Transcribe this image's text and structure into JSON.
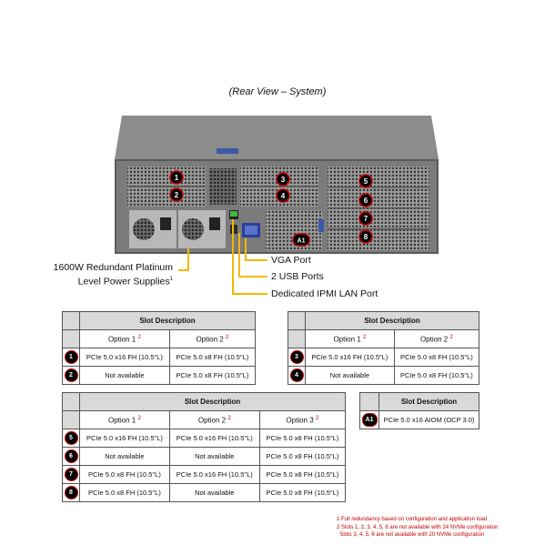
{
  "caption": "(Rear View – System)",
  "badges": [
    "1",
    "2",
    "3",
    "4",
    "5",
    "6",
    "7",
    "8",
    "A1"
  ],
  "callouts": {
    "psu_line1": "1600W Redundant Platinum",
    "psu_line2": "Level Power Supplies",
    "psu_sup": "1",
    "vga": "VGA Port",
    "usb": "2 USB Ports",
    "ipmi": "Dedicated IPMI LAN Port"
  },
  "table1": {
    "title": "Slot Description",
    "headers": [
      "Option 1",
      "Option 2"
    ],
    "header_sup": "2",
    "rows": [
      {
        "slot": "1",
        "cells": [
          "PCIe 5.0 x16 FH (10.5\"L)",
          "PCIe 5.0 x8 FH (10.5\"L)"
        ]
      },
      {
        "slot": "2",
        "cells": [
          "Not available",
          "PCIe 5.0 x8 FH (10.5\"L)"
        ]
      }
    ]
  },
  "table2": {
    "title": "Slot Description",
    "headers": [
      "Option 1",
      "Option 2"
    ],
    "header_sup": "2",
    "rows": [
      {
        "slot": "3",
        "cells": [
          "PCIe 5.0 x16 FH (10.5\"L)",
          "PCIe 5.0 x8 FH (10.5\"L)"
        ]
      },
      {
        "slot": "4",
        "cells": [
          "Not available",
          "PCIe 5.0 x8 FH (10.5\"L)"
        ]
      }
    ]
  },
  "table3": {
    "title": "Slot Description",
    "headers": [
      "Option 1",
      "Option 2",
      "Option 3"
    ],
    "header_sup": "2",
    "rows": [
      {
        "slot": "5",
        "cells": [
          "PCIe 5.0 x16 FH (10.5\"L)",
          "PCIe 5.0 x16 FH (10.5\"L)",
          "PCIe 5.0 x8 FH (10.5\"L)"
        ]
      },
      {
        "slot": "6",
        "cells": [
          "Not available",
          "Not available",
          "PCIe 5.0 x8 FH (10.5\"L)"
        ]
      },
      {
        "slot": "7",
        "cells": [
          "PCIe 5.0 x8 FH (10.5\"L)",
          "PCIe 5.0 x16 FH (10.5\"L)",
          "PCIe 5.0 x8 FH (10.5\"L)"
        ]
      },
      {
        "slot": "8",
        "cells": [
          "PCIe 5.0 x8 FH (10.5\"L)",
          "Not available",
          "PCIe 5.0 x8 FH (10.5\"L)"
        ]
      }
    ]
  },
  "table4": {
    "title": "Slot Description",
    "rows": [
      {
        "slot": "A1",
        "cells": [
          "PCIe 5.0 x16 AIOM (OCP 3.0)"
        ]
      }
    ]
  },
  "notes": [
    "1 Full redundancy based on configuration and application load",
    "2 Slots 1, 2, 3, 4, 5, 6 are not available with 24 NVMe configuration",
    "  Slots 3, 4, 5, 6 are not available with 20 NVMe configuration"
  ],
  "colors": {
    "badge_fill": "#000000",
    "badge_ring": "#c00000",
    "callout_line": "#f2b800",
    "note_text": "#c00000",
    "header_fill": "#d9d9d9"
  }
}
